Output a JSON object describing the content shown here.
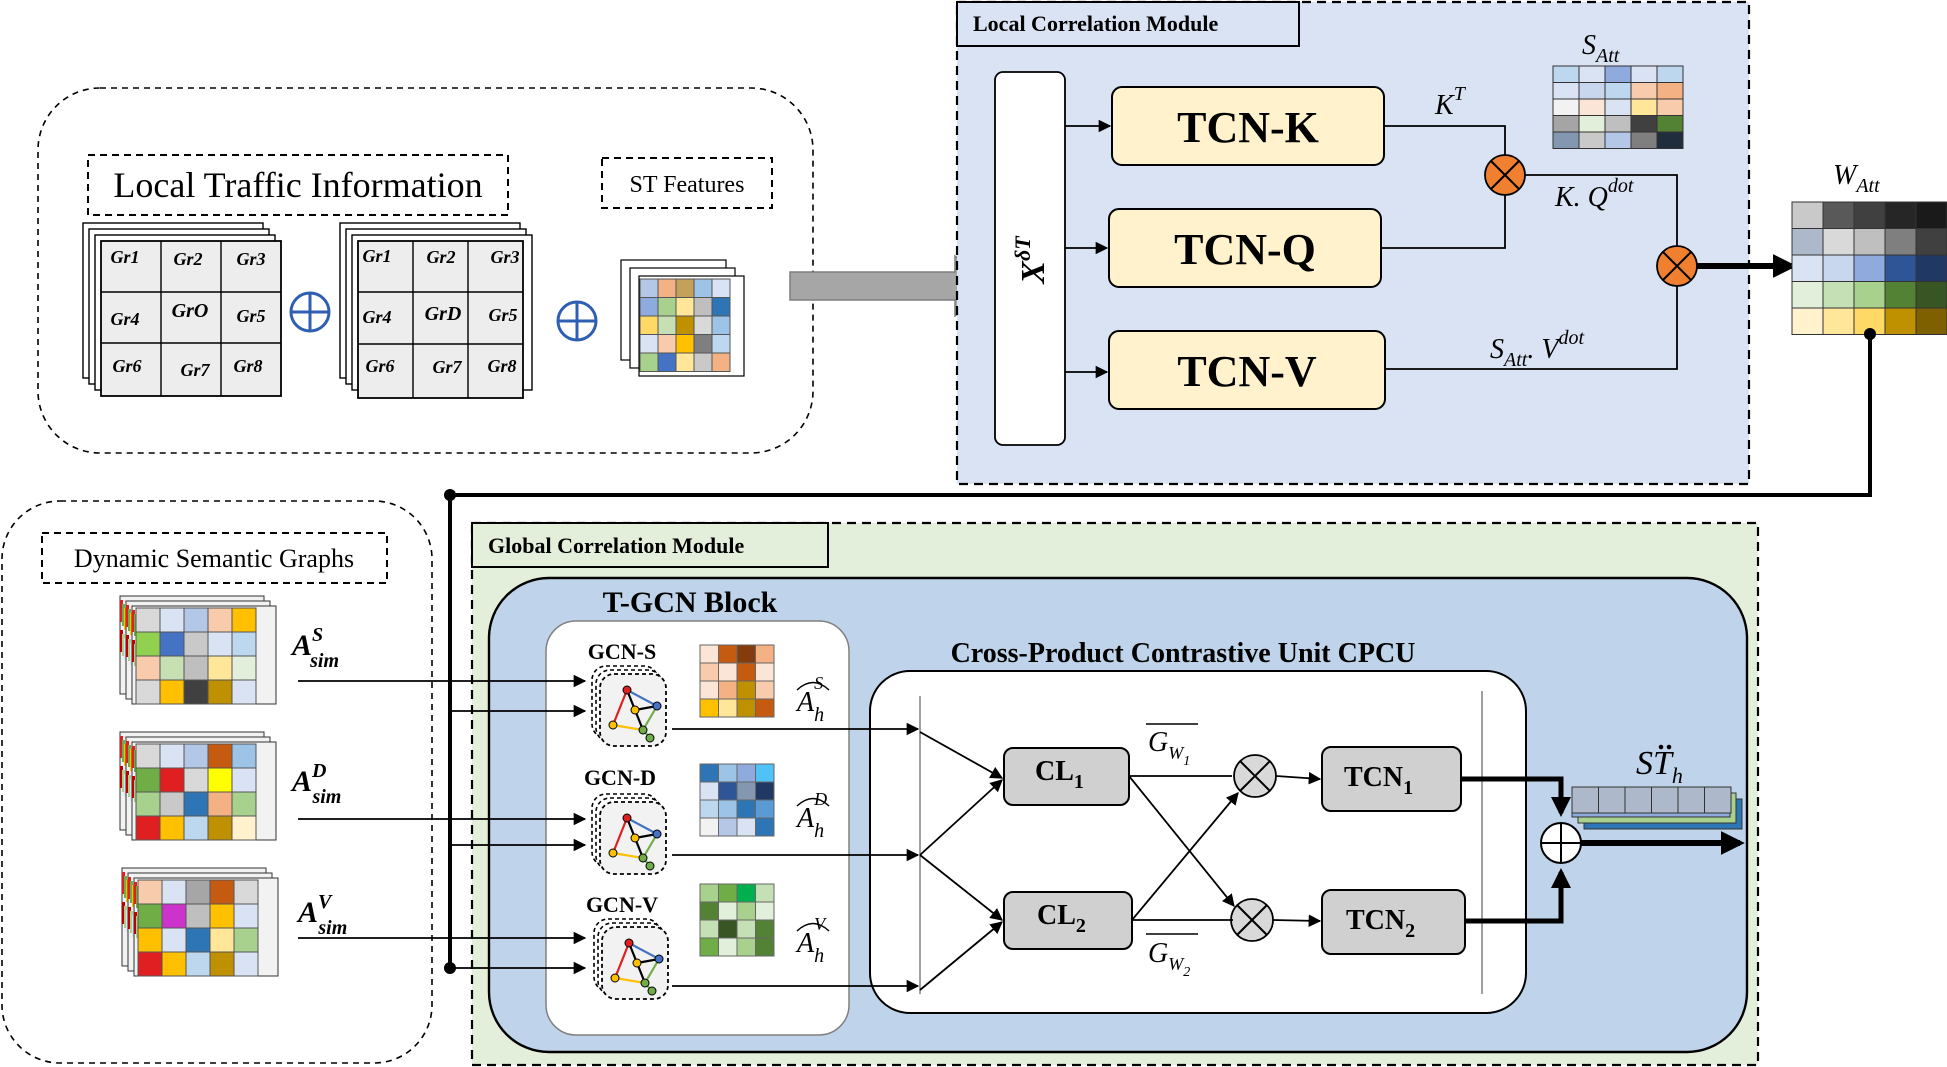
{
  "local_panel": {
    "title": "Local Traffic Information",
    "st_label": "ST Features",
    "grid_a": [
      "Gr1",
      "Gr2",
      "Gr3",
      "Gr4",
      "GrO",
      "Gr5",
      "Gr6",
      "Gr7",
      "Gr8"
    ],
    "grid_b": [
      "Gr1",
      "Gr2",
      "Gr3",
      "Gr4",
      "GrD",
      "Gr5",
      "Gr6",
      "Gr7",
      "Gr8"
    ]
  },
  "lcm": {
    "title": "Local Correlation Module",
    "x_label": "X",
    "x_sup": "δT",
    "tcn_k": "TCN-K",
    "tcn_q": "TCN-Q",
    "tcn_v": "TCN-V",
    "kt_base": "K",
    "kt_sup": "T",
    "kq_base": "K. Q",
    "kq_sup": "dot",
    "sav_base": "S",
    "sav_sub": "Att",
    "sav_mid": ". V",
    "sav_sup": "dot",
    "satt_base": "S",
    "satt_sub": "Att",
    "watt_base": "W",
    "watt_sub": "Att"
  },
  "dsg": {
    "title": "Dynamic Semantic Graphs",
    "a_base": "A",
    "a_sub": "sim",
    "sup_s": "S",
    "sup_d": "D",
    "sup_v": "V"
  },
  "gcm": {
    "title": "Global Correlation Module",
    "tgcn_title": "T-GCN Block",
    "gcn_s": "GCN-S",
    "gcn_d": "GCN-D",
    "gcn_v": "GCN-V",
    "ah_base": "A",
    "ah_sub": "h",
    "cpcu_title": "Cross-Product Contrastive Unit CPCU",
    "cl_base": "CL",
    "tcn_base": "TCN",
    "g_base": "G",
    "g_sub": "W",
    "n1": "1",
    "n2": "2",
    "st_base": "ST",
    "st_sub": "h"
  },
  "colors": {
    "lcm_bg": "#d9e3f3",
    "gcm_bg": "#e3efda",
    "tgcn_bg": "#bfd4ea",
    "tcn_box": "#fff2cc",
    "cl_box": "#d0d0d0",
    "multiply": "#f08030"
  }
}
